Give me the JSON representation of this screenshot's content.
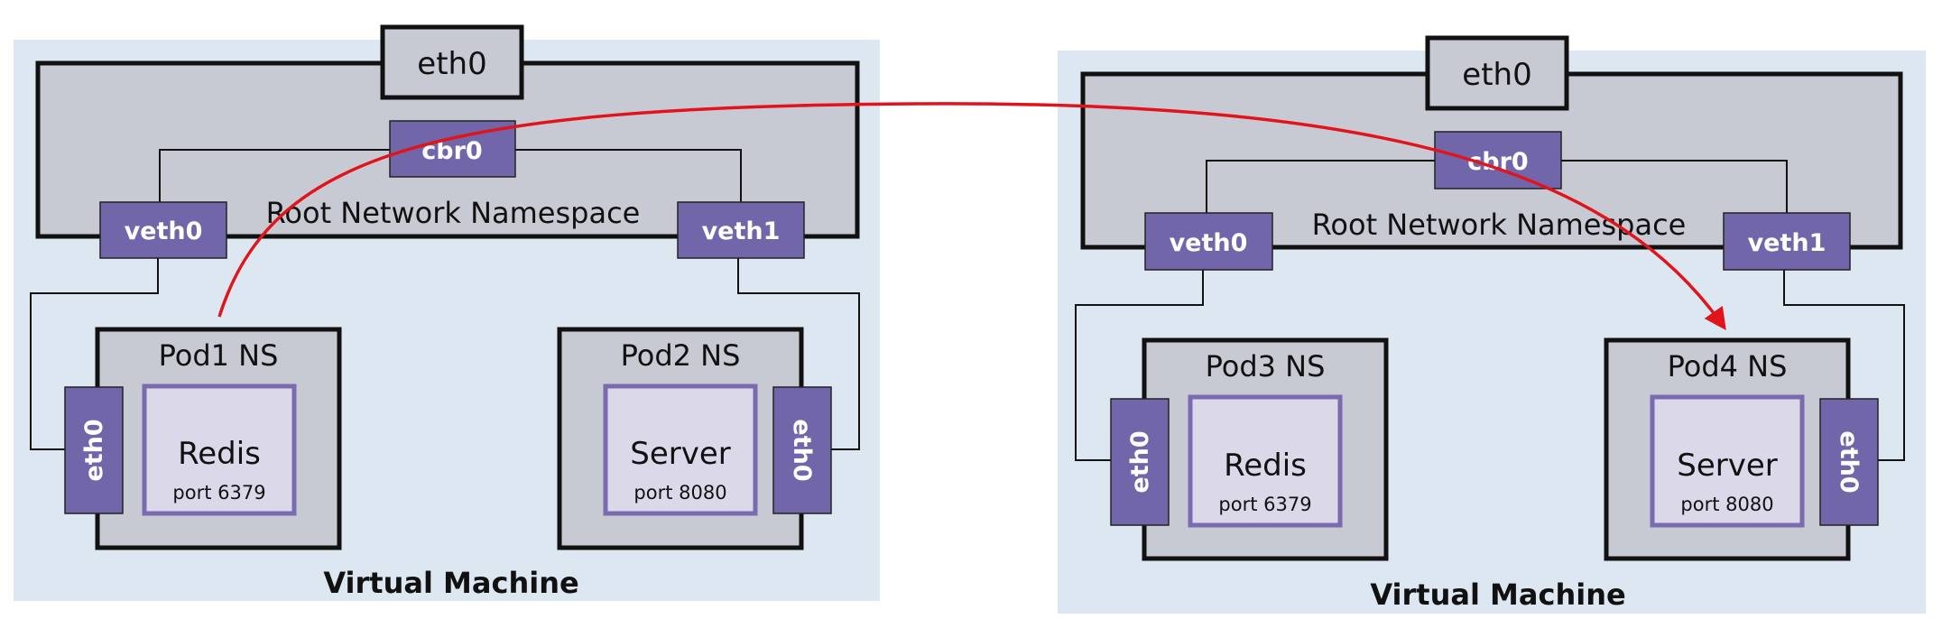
{
  "colors": {
    "vm_bg": "#dde7f1",
    "namespace_gray": "#c8cad3",
    "interface_purple": "#7266ab",
    "app_lavender": "#dbd8e9",
    "app_border": "#7a6bb1",
    "arrow": "#e0141a"
  },
  "left_vm": {
    "label": "Virtual Machine",
    "eth0": "eth0",
    "bridge": "cbr0",
    "root_ns": "Root Network Namespace",
    "veth_left": "veth0",
    "veth_right": "veth1",
    "pod_left": {
      "title": "Pod1 NS",
      "app": "Redis",
      "port": "port 6379",
      "eth": "eth0"
    },
    "pod_right": {
      "title": "Pod2 NS",
      "app": "Server",
      "port": "port 8080",
      "eth": "eth0"
    }
  },
  "right_vm": {
    "label": "Virtual Machine",
    "eth0": "eth0",
    "bridge": "cbr0",
    "root_ns": "Root Network Namespace",
    "veth_left": "veth0",
    "veth_right": "veth1",
    "pod_left": {
      "title": "Pod3 NS",
      "app": "Redis",
      "port": "port 6379",
      "eth": "eth0"
    },
    "pod_right": {
      "title": "Pod4 NS",
      "app": "Server",
      "port": "port 8080",
      "eth": "eth0"
    }
  },
  "arrow": {
    "from": "Pod1 NS",
    "to": "Pod4 NS"
  }
}
